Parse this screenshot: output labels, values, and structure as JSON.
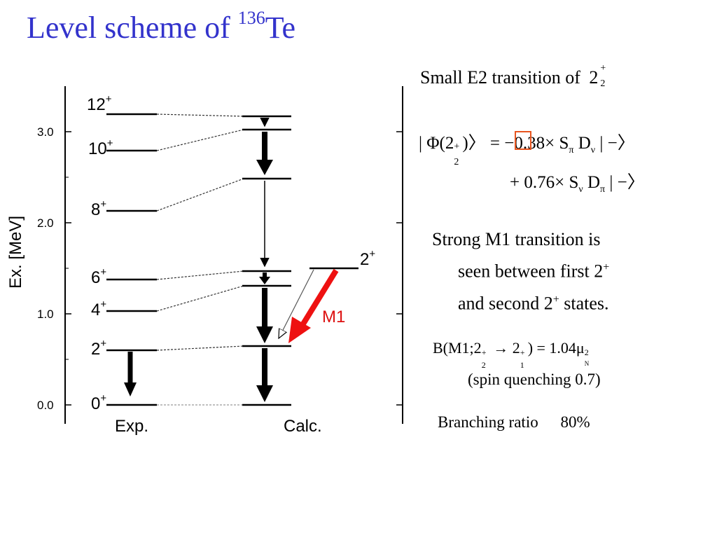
{
  "title": {
    "main": "Level scheme of ",
    "mass": "136",
    "element": "Te"
  },
  "diagram": {
    "y_axis_label": "Ex. [MeV]",
    "y_ticks": [
      "3.0",
      "2.0",
      "1.0",
      "0.0"
    ],
    "y_tick_values": [
      3.0,
      2.0,
      1.0,
      0.0
    ],
    "columns": [
      "Exp.",
      "Calc."
    ],
    "exp_levels": [
      {
        "label": "12",
        "parity": "+"
      },
      {
        "label": "10",
        "parity": "+"
      },
      {
        "label": "8",
        "parity": "+"
      },
      {
        "label": "6",
        "parity": "+"
      },
      {
        "label": "4",
        "parity": "+"
      },
      {
        "label": "2",
        "parity": "+"
      },
      {
        "label": "0",
        "parity": "+"
      }
    ],
    "second_two_plus": {
      "label": "2",
      "parity": "+"
    },
    "m1_label": "M1",
    "colors": {
      "m1_arrow": "#ee1111",
      "m1_label": "#dd1111",
      "title": "#3333cc"
    }
  },
  "right": {
    "e2_heading": "Small E2 transition of",
    "e2_state": {
      "j": "2",
      "parity": "+",
      "index": "2"
    },
    "wavefunction": {
      "line1_left": "| Φ(2",
      "line1_state_sup": "+",
      "line1_state_sub": "2",
      "line1_mid": ")〉 = −0.38× S",
      "line1_s_sub": "π",
      "line1_d": " D",
      "line1_d_sub": "ν",
      "line1_ket": " | −〉",
      "line2_left": "+ 0.76× S",
      "line2_s_sub": "ν",
      "line2_d": " D",
      "line2_d_sub": "π",
      "line2_ket": " | −〉"
    },
    "m1_note_line1": "Strong M1 transition is",
    "m1_note_line2": "seen between first 2",
    "m1_note_line3_a": "and second 2",
    "m1_note_line3_b": " states.",
    "plus": "+",
    "bm1": {
      "left": "B(M1;2",
      "sup1": "+",
      "sub1": "2",
      "arrow": " → 2",
      "sup2": "+",
      "sub2": "1",
      "right": ") = 1.04μ",
      "mu_sup": "2",
      "mu_sub": "N"
    },
    "spin_quenching": "(spin quenching 0.7)",
    "branching_label": "Branching ratio",
    "branching_value": "80%"
  }
}
